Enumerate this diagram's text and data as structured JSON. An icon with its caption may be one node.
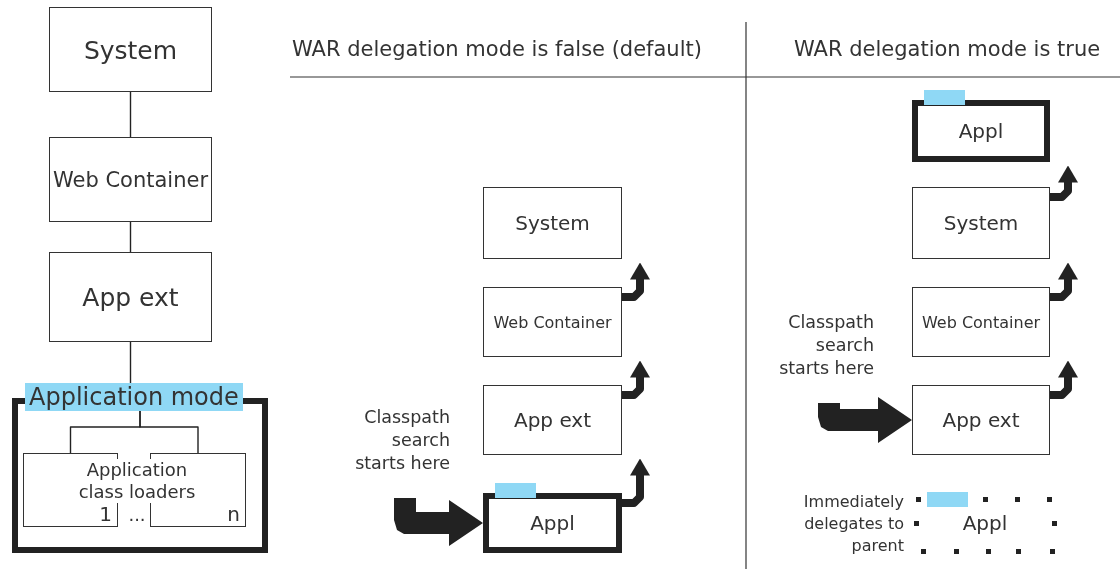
{
  "diagram": {
    "nodes": [
      {
        "text": [
          "System"
        ]
      },
      {
        "text": [
          "Web Container"
        ]
      },
      {
        "text": [
          "App ext"
        ]
      },
      {
        "text": [
          "Application mode"
        ]
      },
      {
        "text": [
          "1"
        ],
        "in": 3
      },
      {
        "text": [
          "n"
        ],
        "in": 3
      },
      {
        "text": [
          "System"
        ]
      },
      {
        "text": [
          "Web Container"
        ]
      },
      {
        "text": [
          "App ext"
        ]
      },
      {
        "text": [
          "Appl"
        ]
      },
      {
        "text": [
          "Classpath search starts here"
        ]
      },
      {
        "text": [
          "Appl"
        ]
      },
      {
        "text": [
          "System"
        ]
      },
      {
        "text": [
          "Web Container"
        ]
      },
      {
        "text": [
          "App ext"
        ]
      },
      {
        "text": [
          "Classpath search starts here"
        ]
      },
      {
        "text": [
          "Appl"
        ],
        "beside": [
          "Immediately delegates to parent"
        ]
      }
    ],
    "edges": [
      {
        "from": 0,
        "to": 1,
        "arrow": "none"
      },
      {
        "from": 1,
        "to": 2,
        "arrow": "none"
      },
      {
        "from": 2,
        "to": 3,
        "arrow": "none"
      },
      {
        "from": 3,
        "to": 4,
        "arrow": "none"
      },
      {
        "from": 3,
        "to": 5,
        "arrow": "none"
      },
      {
        "from": 9,
        "to": 8,
        "arrow": "to"
      },
      {
        "from": 8,
        "to": 7,
        "arrow": "to"
      },
      {
        "from": 7,
        "to": 6,
        "arrow": "to"
      },
      {
        "from": 10,
        "to": 9,
        "arrow": "to",
        "style": "thick"
      },
      {
        "from": 14,
        "to": 13,
        "arrow": "to"
      },
      {
        "from": 13,
        "to": 12,
        "arrow": "to"
      },
      {
        "from": 12,
        "to": 11,
        "arrow": "to"
      },
      {
        "from": 15,
        "to": 14,
        "arrow": "to",
        "style": "thick"
      }
    ],
    "labels": [
      "WAR delegation mode is false (default)",
      "WAR delegation mode is true",
      "Application class loaders",
      "..."
    ]
  }
}
